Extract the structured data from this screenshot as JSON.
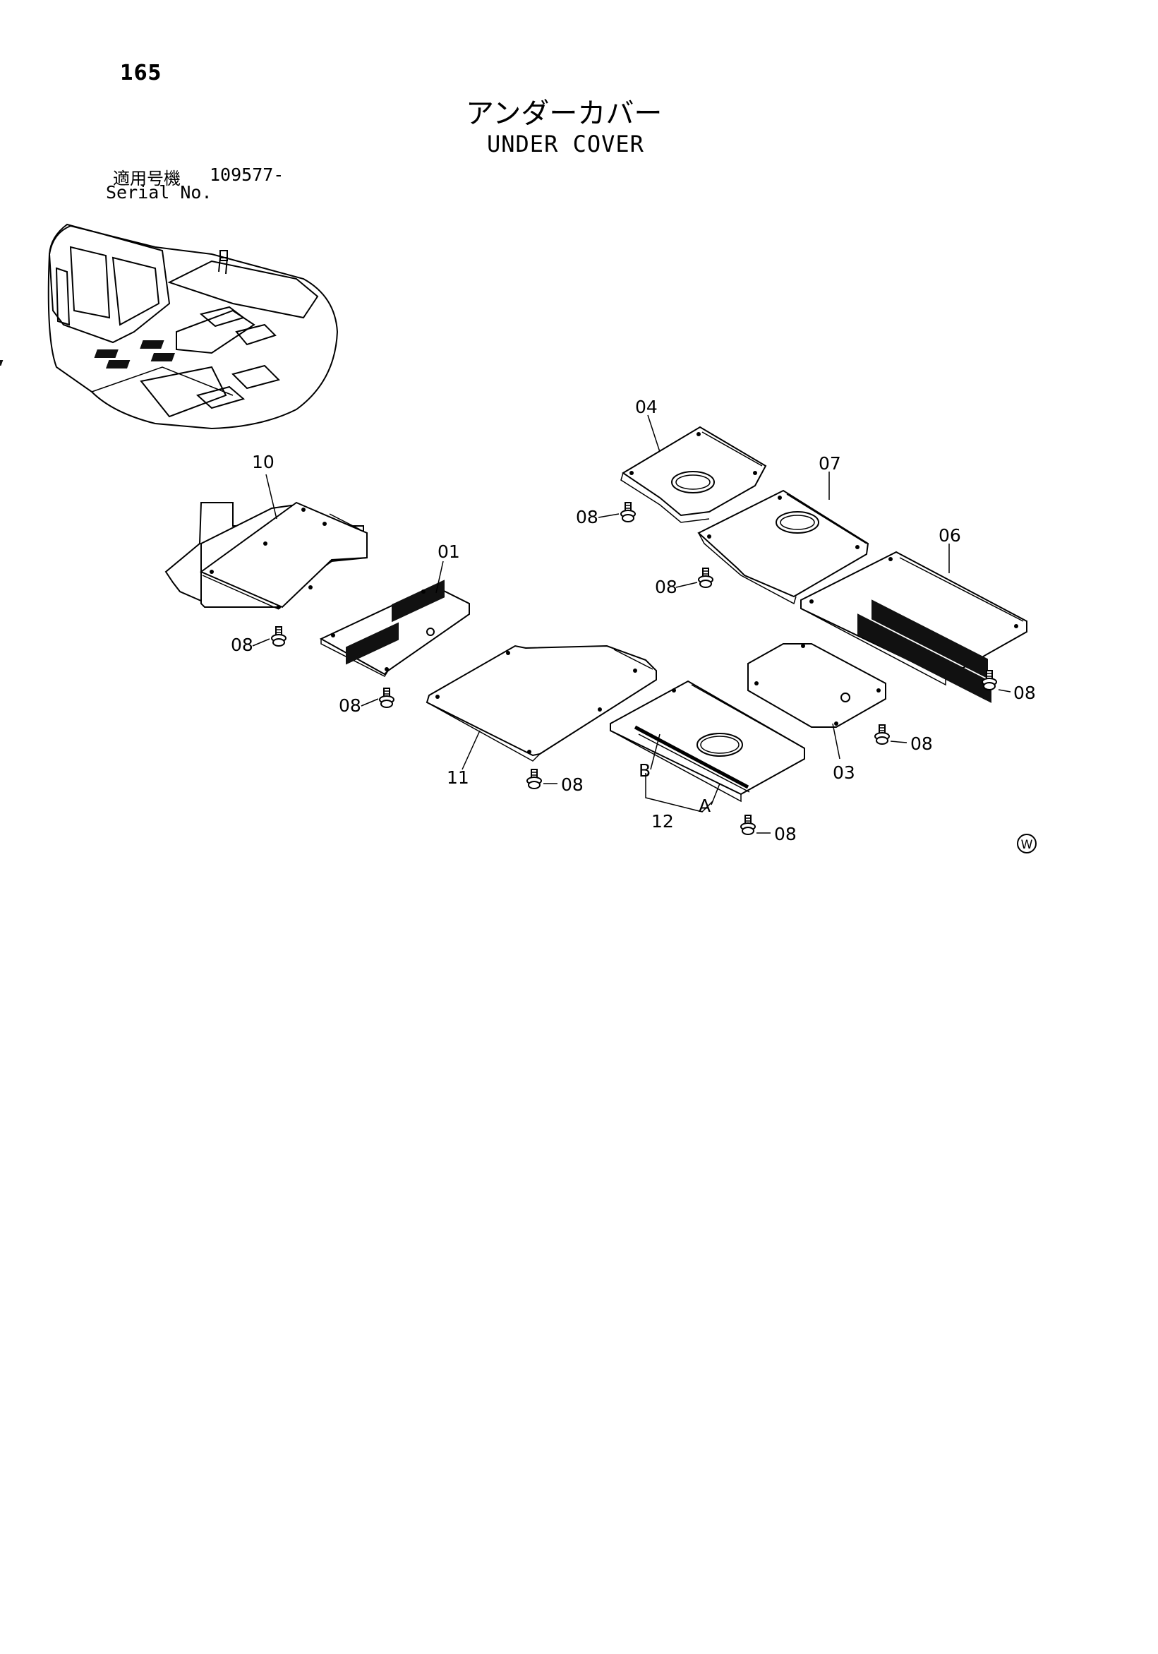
{
  "page": {
    "number": "165",
    "title_ja": "アンダーカバー",
    "title_en": "UNDER COVER",
    "serial_label_ja": "適用号機",
    "serial_value": "109577-",
    "serial_label_en": "Serial No."
  },
  "callouts": {
    "p01": "01",
    "p03": "03",
    "p04": "04",
    "p06": "06",
    "p07": "07",
    "p08": "08",
    "p10": "10",
    "p11": "11",
    "p12": "12",
    "a": "A",
    "b": "B"
  },
  "mark": "W"
}
